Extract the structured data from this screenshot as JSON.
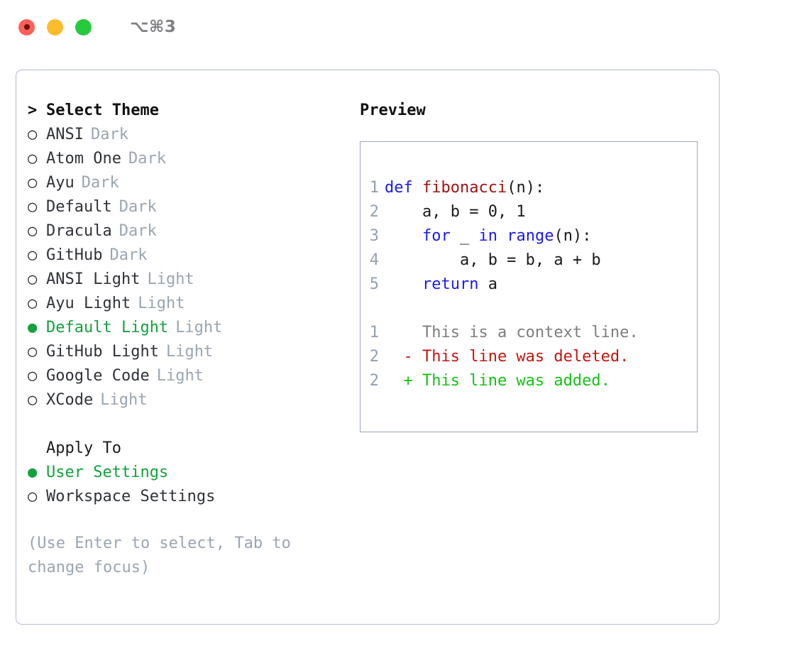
{
  "titlebar": {
    "shortcut": "⌥⌘3",
    "lights": [
      "close",
      "minimize",
      "maximize"
    ]
  },
  "theme_list": {
    "header_marker": ">",
    "header_label": "Select Theme",
    "marker_unselected": "○",
    "marker_selected": "●",
    "accent_color": "#12a23c",
    "items": [
      {
        "label": "ANSI",
        "variant": "Dark",
        "selected": false
      },
      {
        "label": "Atom One",
        "variant": "Dark",
        "selected": false
      },
      {
        "label": "Ayu",
        "variant": "Dark",
        "selected": false
      },
      {
        "label": "Default",
        "variant": "Dark",
        "selected": false
      },
      {
        "label": "Dracula",
        "variant": "Dark",
        "selected": false
      },
      {
        "label": "GitHub",
        "variant": "Dark",
        "selected": false
      },
      {
        "label": "ANSI Light",
        "variant": "Light",
        "selected": false
      },
      {
        "label": "Ayu Light",
        "variant": "Light",
        "selected": false
      },
      {
        "label": "Default Light",
        "variant": "Light",
        "selected": true
      },
      {
        "label": "GitHub Light",
        "variant": "Light",
        "selected": false
      },
      {
        "label": "Google Code",
        "variant": "Light",
        "selected": false
      },
      {
        "label": "XCode",
        "variant": "Light",
        "selected": false
      }
    ]
  },
  "apply_to": {
    "title": "Apply To",
    "items": [
      {
        "label": "User Settings",
        "selected": true
      },
      {
        "label": "Workspace Settings",
        "selected": false
      }
    ]
  },
  "hint": "(Use Enter to select, Tab to change focus)",
  "preview": {
    "title": "Preview",
    "code_lines": [
      {
        "no": "1",
        "tokens": [
          {
            "t": "def",
            "c": "kw"
          },
          {
            "t": " ",
            "c": "plain"
          },
          {
            "t": "fibonacci",
            "c": "fn"
          },
          {
            "t": "(n):",
            "c": "plain"
          }
        ]
      },
      {
        "no": "2",
        "tokens": [
          {
            "t": "    a, b = 0, 1",
            "c": "plain"
          }
        ]
      },
      {
        "no": "3",
        "tokens": [
          {
            "t": "    ",
            "c": "plain"
          },
          {
            "t": "for",
            "c": "kw"
          },
          {
            "t": " _ ",
            "c": "plain"
          },
          {
            "t": "in",
            "c": "kw"
          },
          {
            "t": " ",
            "c": "plain"
          },
          {
            "t": "range",
            "c": "kw"
          },
          {
            "t": "(n):",
            "c": "plain"
          }
        ]
      },
      {
        "no": "4",
        "tokens": [
          {
            "t": "        a, b = b, a + b",
            "c": "plain"
          }
        ]
      },
      {
        "no": "5",
        "tokens": [
          {
            "t": "    ",
            "c": "plain"
          },
          {
            "t": "return",
            "c": "kw"
          },
          {
            "t": " a",
            "c": "plain"
          }
        ]
      }
    ],
    "diff_lines": [
      {
        "no": "1",
        "marker": "  ",
        "text": "This is a context line.",
        "kind": "context"
      },
      {
        "no": "2",
        "marker": "- ",
        "text": "This line was deleted.",
        "kind": "del"
      },
      {
        "no": "2",
        "marker": "+ ",
        "text": "This line was added.",
        "kind": "add"
      }
    ],
    "colors": {
      "keyword": "#1a19f0",
      "function": "#a11313",
      "lineno": "#93a0b1",
      "context": "#7e7e7e",
      "deleted": "#c2160f",
      "added": "#14c214"
    }
  }
}
